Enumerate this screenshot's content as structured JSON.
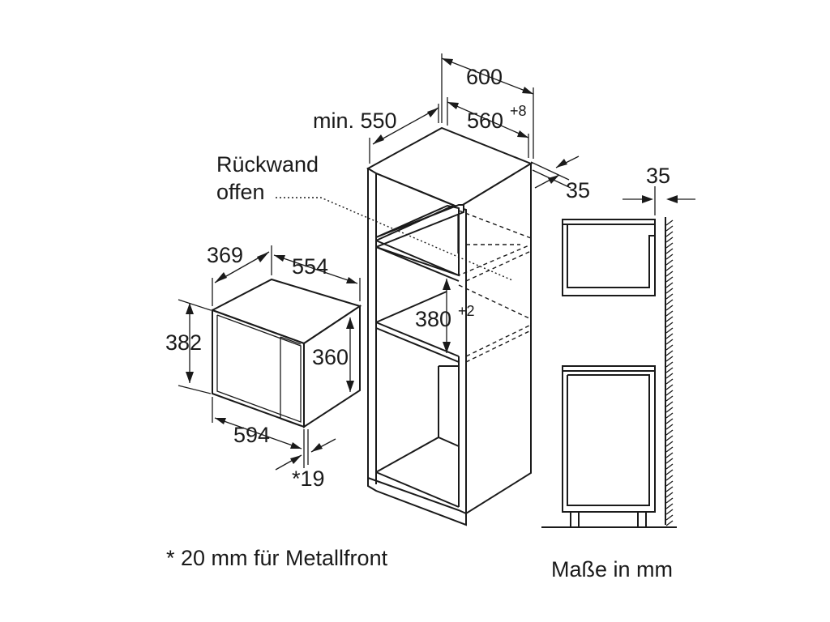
{
  "microwave": {
    "depth": "369",
    "width_top": "554",
    "height_outer": "382",
    "height_inner": "360",
    "width_bottom": "594",
    "front_depth": "*19"
  },
  "cabinet": {
    "width_outer": "600",
    "width_inner": "560",
    "width_inner_tol": "+8",
    "depth_min": "min. 550",
    "back_gap": "35",
    "niche_height": "380",
    "niche_height_tol": "+2",
    "back_wall_label_line1": "Rückwand",
    "back_wall_label_line2": "offen"
  },
  "side_view": {
    "wall_gap": "35"
  },
  "footnote": "* 20 mm für Metallfront",
  "units_note": "Maße in mm"
}
